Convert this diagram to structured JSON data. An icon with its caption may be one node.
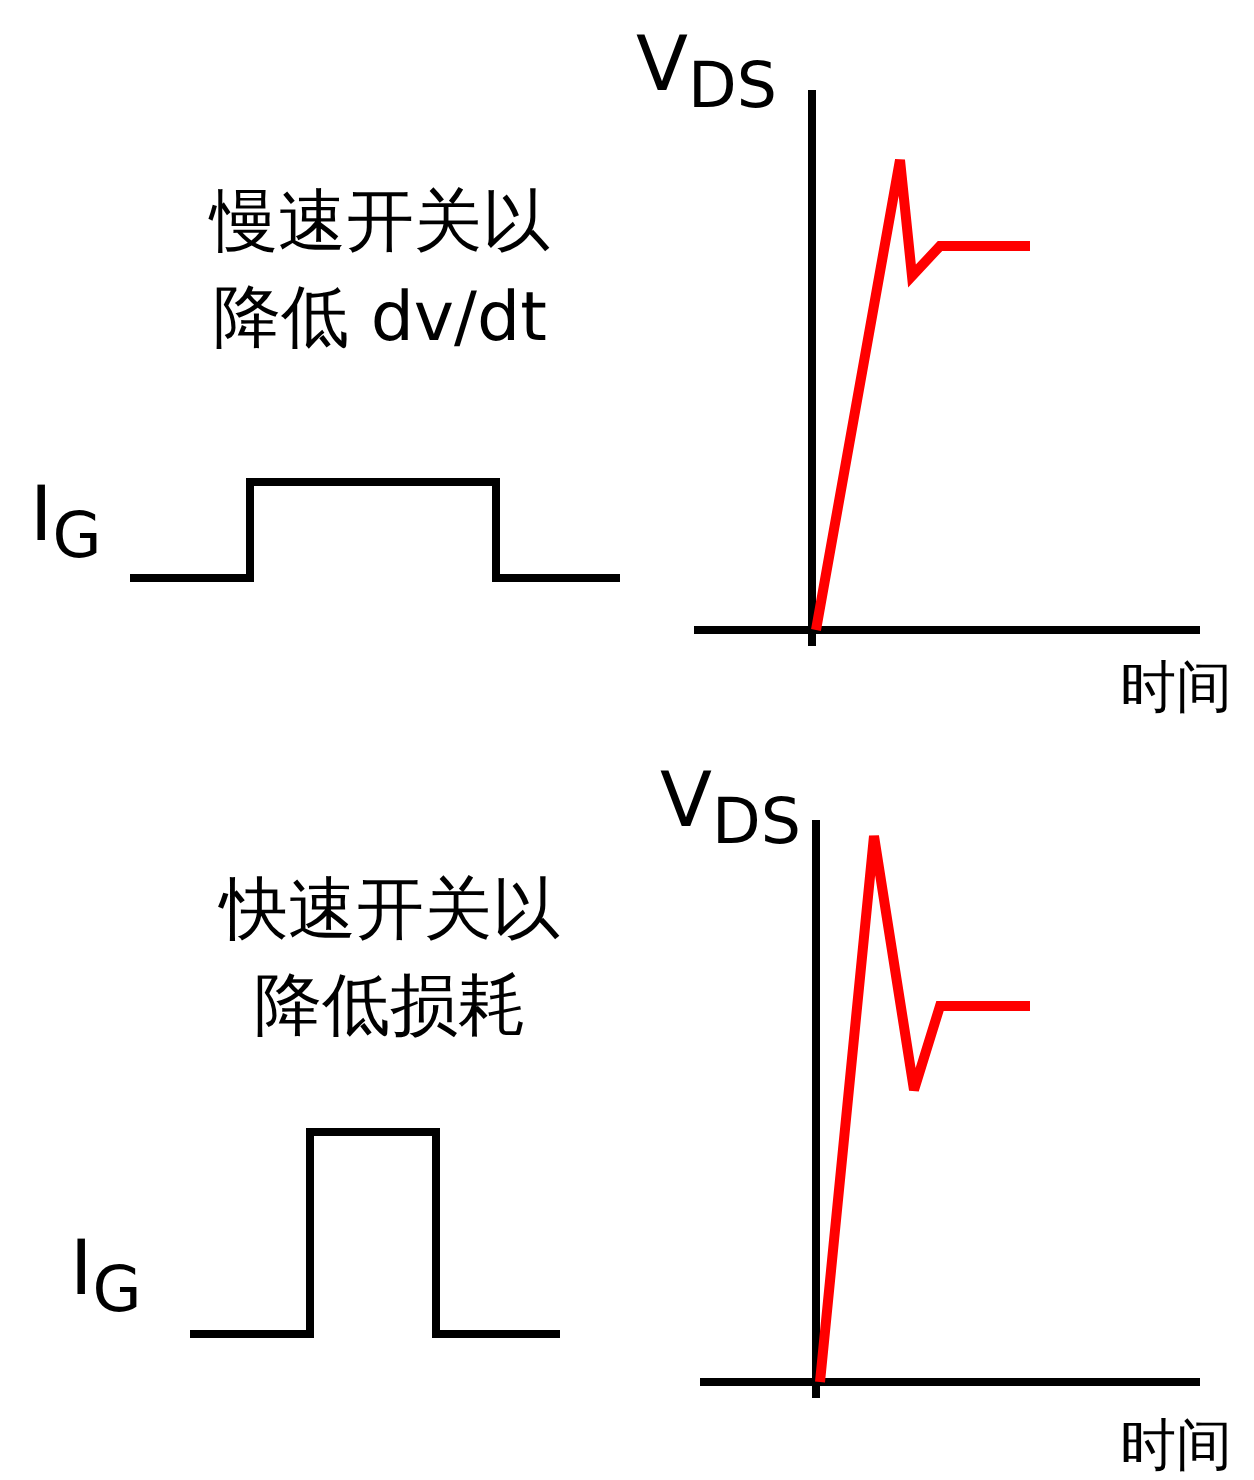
{
  "diagram": {
    "labels": [
      "V$_{DS}$",
      "慢速开关以降低 dv/dt",
      "I$_{G}$",
      "时间",
      "V$_{DS}$",
      "快速开关以降低损耗",
      "I$_{G}$",
      "时间"
    ]
  }
}
